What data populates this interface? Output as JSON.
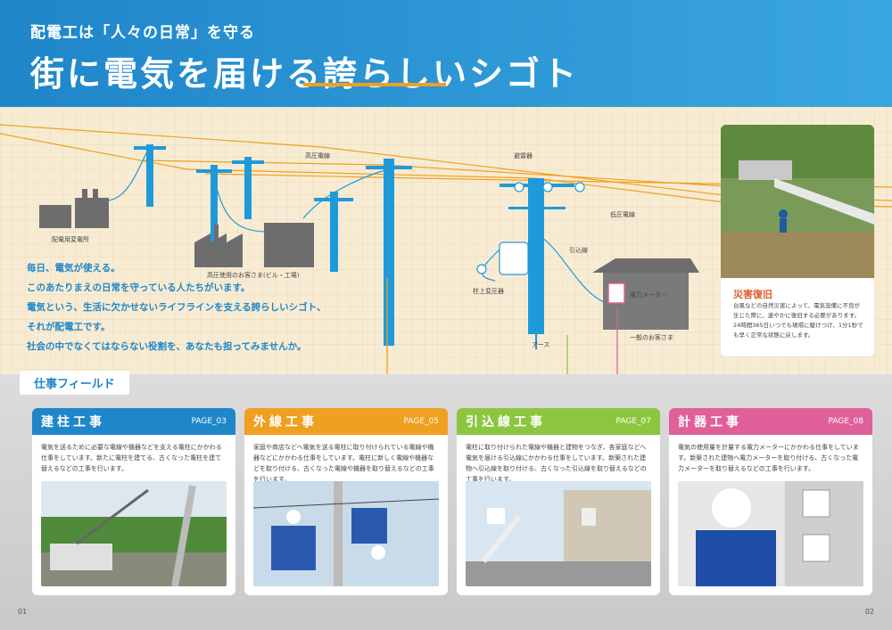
{
  "header": {
    "subtitle": "配電工は「人々の日常」を守る",
    "title": "街に電気を届ける誇らしいシゴト"
  },
  "scene_labels": {
    "substation": "配電用変電所",
    "high_voltage_line": "高圧電線",
    "high_voltage_customer": "高圧使用のお客さま(ビル・工場)",
    "arrester": "避雷器",
    "low_voltage_line": "低圧電線",
    "service_line": "引込線",
    "pole_transformer": "柱上変圧器",
    "earth": "アース",
    "meter": "電力メーター",
    "general_customer": "一般のお客さま"
  },
  "intro_lines": [
    "毎日、電気が使える。",
    "このあたりまえの日常を守っている人たちがいます。",
    "電気という、生活に欠かせないライフラインを支える誇らしいシゴト、",
    "それが配電工です。",
    "社会の中でなくてはならない役割を、あなたも担ってみませんか。"
  ],
  "disaster": {
    "title": "災害復旧",
    "text": "台風などの自然災害によって、電気設備に不良が生じた際に、速やかに復旧する必要があります。24時間365日いつでも現場に駆けつけ、1分1秒でも早く正常な状態に戻します。"
  },
  "field_tab": "仕事フィールド",
  "cards": [
    {
      "title": "建柱工事",
      "page": "PAGE_03",
      "color": "#1f86c9",
      "desc": "電気を送るために必要な電線や機器などを支える電柱にかかわる仕事をしています。新たに電柱を建てる、古くなった電柱を建て替えるなどの工事を行います。"
    },
    {
      "title": "外線工事",
      "page": "PAGE_05",
      "color": "#f0a020",
      "desc": "家庭や商店などへ電気を送る電柱に取り付けられている電線や機器などにかかわる仕事をしています。電柱に新しく電線や機器などを取り付ける、古くなった電線や機器を取り替えるなどの工事を行います。"
    },
    {
      "title": "引込線工事",
      "page": "PAGE_07",
      "color": "#8cc63f",
      "desc": "電柱に取り付けられた電線や機器と建物をつなぎ、各家庭などへ電気を届ける引込線にかかわる仕事をしています。新築された建物へ引込線を取り付ける、古くなった引込線を取り替えるなどの工事を行います。"
    },
    {
      "title": "計器工事",
      "page": "PAGE_08",
      "color": "#e0609a",
      "desc": "電気の使用量を計量する電力メーターにかかわる仕事をしています。新築された建物へ電力メーターを取り付ける、古くなった電力メーターを取り替えるなどの工事を行います。"
    }
  ],
  "page_left": "01",
  "page_right": "02"
}
